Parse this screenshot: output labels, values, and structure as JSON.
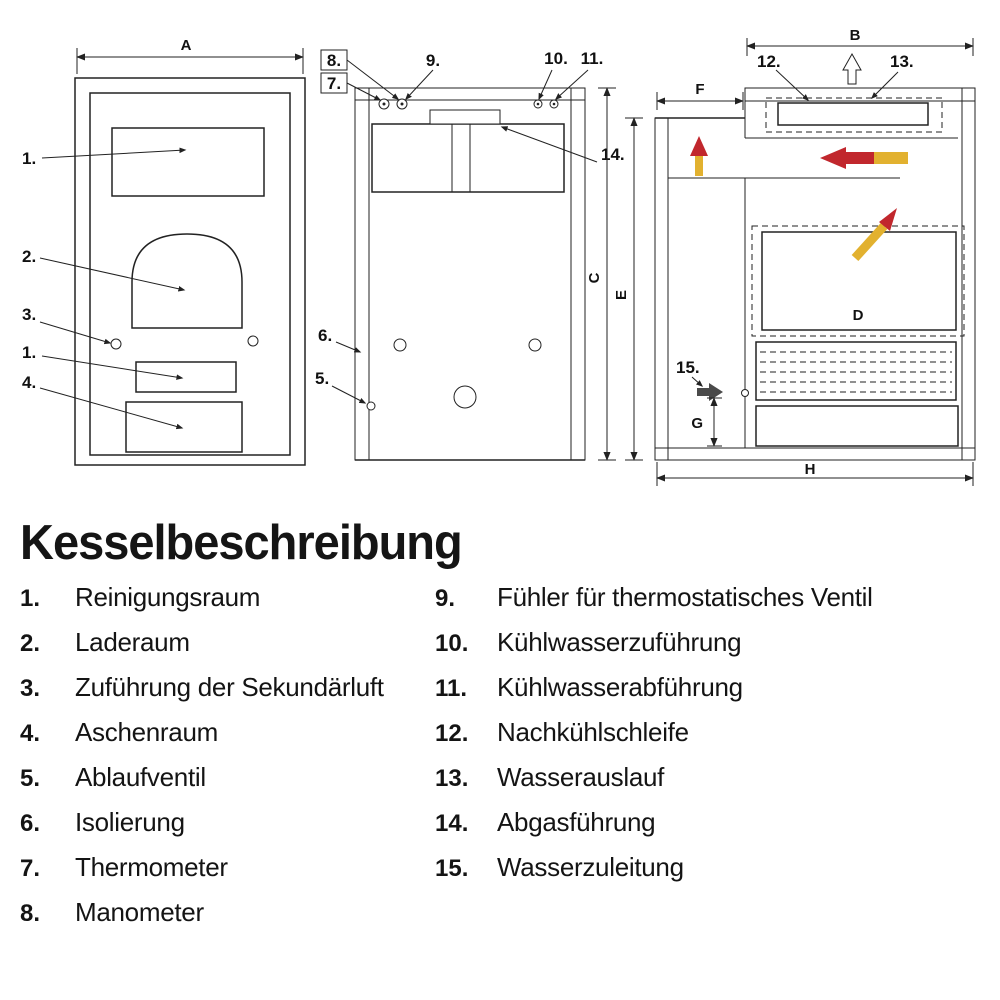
{
  "title": "Kesselbeschreibung",
  "legend_left": [
    {
      "num": "1.",
      "label": "Reinigungsraum"
    },
    {
      "num": "2.",
      "label": "Laderaum"
    },
    {
      "num": "3.",
      "label": "Zuführung der Sekundärluft"
    },
    {
      "num": "4.",
      "label": "Aschenraum"
    },
    {
      "num": "5.",
      "label": "Ablaufventil"
    },
    {
      "num": "6.",
      "label": "Isolierung"
    },
    {
      "num": "7.",
      "label": "Thermometer"
    },
    {
      "num": "8.",
      "label": "Manometer"
    }
  ],
  "legend_right": [
    {
      "num": "9.",
      "label": "Fühler für thermostatisches Ventil"
    },
    {
      "num": "10.",
      "label": "Kühlwasserzuführung"
    },
    {
      "num": "11.",
      "label": "Kühlwasserabführung"
    },
    {
      "num": "12.",
      "label": "Nachkühlschleife"
    },
    {
      "num": "13.",
      "label": "Wasserauslauf"
    },
    {
      "num": "14.",
      "label": "Abgasführung"
    },
    {
      "num": "15.",
      "label": "Wasserzuleitung"
    }
  ],
  "diagram": {
    "callouts": {
      "c1a": "1.",
      "c2": "2.",
      "c3": "3.",
      "c1b": "1.",
      "c4": "4.",
      "c5": "5.",
      "c6": "6.",
      "c7": "7.",
      "c8": "8.",
      "c9": "9.",
      "c10": "10.",
      "c11": "11.",
      "c12": "12.",
      "c13": "13.",
      "c14": "14.",
      "c15": "15."
    },
    "dimensions": {
      "A": "A",
      "B": "B",
      "C": "C",
      "D": "D",
      "E": "E",
      "F": "F",
      "G": "G",
      "H": "H"
    },
    "colors": {
      "flame_red": "#c1272d",
      "flame_yellow": "#e2b12f",
      "line": "#222222"
    }
  }
}
